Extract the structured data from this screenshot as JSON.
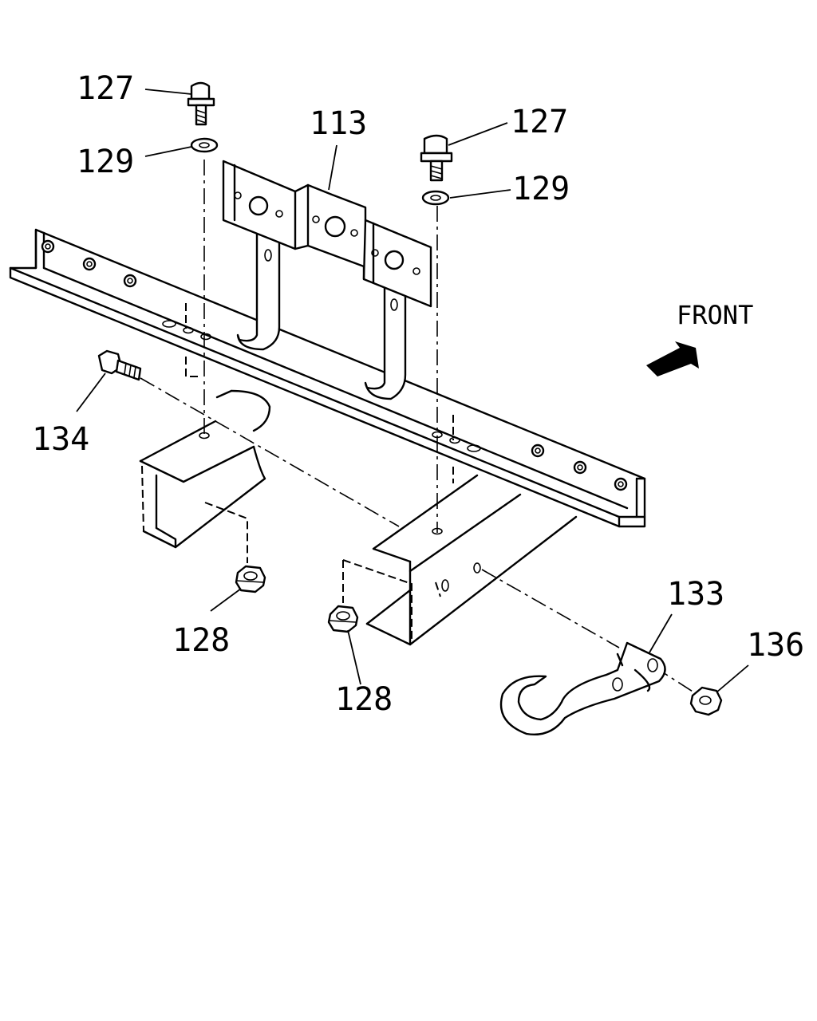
{
  "diagram": {
    "direction_label": "FRONT",
    "callouts": [
      {
        "id": "127-left",
        "text": "127"
      },
      {
        "id": "129-left",
        "text": "129"
      },
      {
        "id": "113",
        "text": "113"
      },
      {
        "id": "127-right",
        "text": "127"
      },
      {
        "id": "129-right",
        "text": "129"
      },
      {
        "id": "134",
        "text": "134"
      },
      {
        "id": "128-left",
        "text": "128"
      },
      {
        "id": "128-right",
        "text": "128"
      },
      {
        "id": "133",
        "text": "133"
      },
      {
        "id": "136",
        "text": "136"
      }
    ],
    "parts": [
      {
        "name": "bolt-icon"
      },
      {
        "name": "washer-icon"
      },
      {
        "name": "bracket-icon"
      },
      {
        "name": "crossmember-icon"
      },
      {
        "name": "nut-icon"
      },
      {
        "name": "tow-hook-icon"
      },
      {
        "name": "arrow-icon"
      }
    ]
  }
}
